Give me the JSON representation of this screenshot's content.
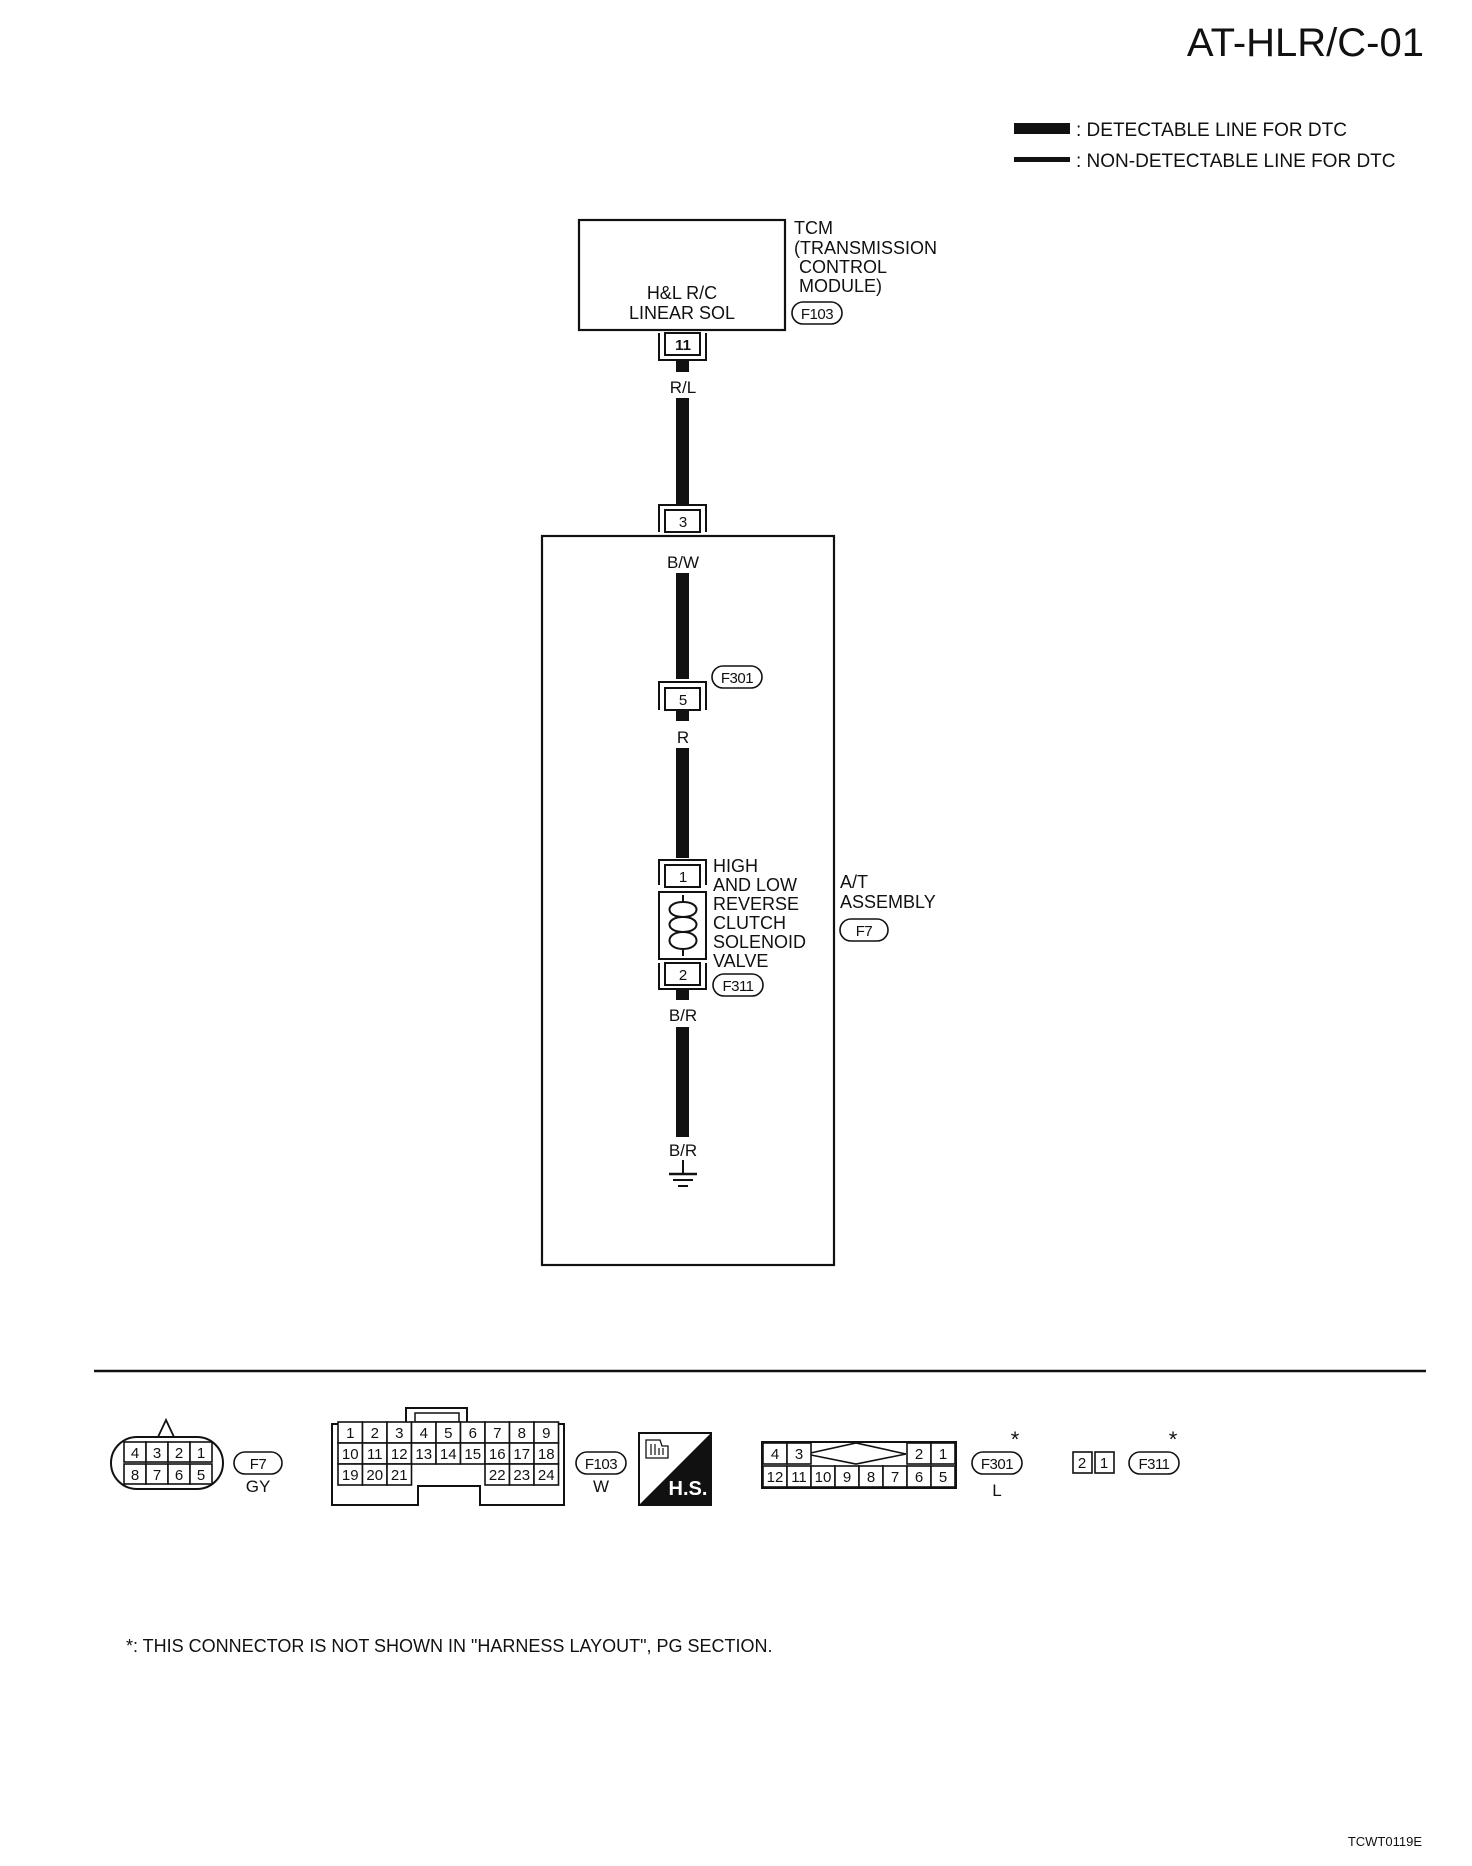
{
  "title": "AT-HLR/C-01",
  "legend": {
    "detectable": ": DETECTABLE LINE FOR DTC",
    "non_detectable": ": NON-DETECTABLE LINE FOR DTC"
  },
  "tcm": {
    "name_lines": [
      "TCM",
      "(TRANSMISSION",
      " CONTROL",
      " MODULE)"
    ],
    "inner_lines": [
      "H&L R/C",
      "LINEAR SOL"
    ],
    "connector": "F103",
    "pin": "11"
  },
  "wires": {
    "tcm_out": "R/L",
    "at_in": "B/W",
    "after_f301": "R",
    "sol_out": "B/R",
    "ground": "B/R"
  },
  "at_assembly": {
    "name_lines": [
      "A/T",
      "ASSEMBLY"
    ],
    "connector": "F7",
    "pin": "3"
  },
  "f301_pin": {
    "connector": "F301",
    "pin": "5"
  },
  "solenoid": {
    "name_lines": [
      "HIGH",
      "AND LOW",
      "REVERSE",
      "CLUTCH",
      "SOLENOID",
      "VALVE"
    ],
    "connector": "F311",
    "pin_top": "1",
    "pin_bottom": "2"
  },
  "connector_views": {
    "f7": {
      "id": "F7",
      "color": "GY",
      "top": [
        "4",
        "3",
        "2",
        "1"
      ],
      "bottom": [
        "8",
        "7",
        "6",
        "5"
      ]
    },
    "f103": {
      "id": "F103",
      "color": "W",
      "row1": [
        "1",
        "2",
        "3",
        "4",
        "5",
        "6",
        "7",
        "8",
        "9"
      ],
      "row2": [
        "10",
        "11",
        "12",
        "13",
        "14",
        "15",
        "16",
        "17",
        "18"
      ],
      "row3_left": [
        "19",
        "20",
        "21"
      ],
      "row3_right": [
        "22",
        "23",
        "24"
      ]
    },
    "hs": "H.S.",
    "f301": {
      "id": "F301",
      "color": "L",
      "star": "*",
      "top_left": [
        "4",
        "3"
      ],
      "top_right": [
        "2",
        "1"
      ],
      "bottom": [
        "12",
        "11",
        "10",
        "9",
        "8",
        "7",
        "6",
        "5"
      ]
    },
    "f311": {
      "id": "F311",
      "star": "*",
      "pins": [
        "2",
        "1"
      ]
    }
  },
  "footnote": "*: THIS CONNECTOR IS NOT SHOWN IN \"HARNESS LAYOUT\", PG SECTION.",
  "figure_code": "TCWT0119E"
}
